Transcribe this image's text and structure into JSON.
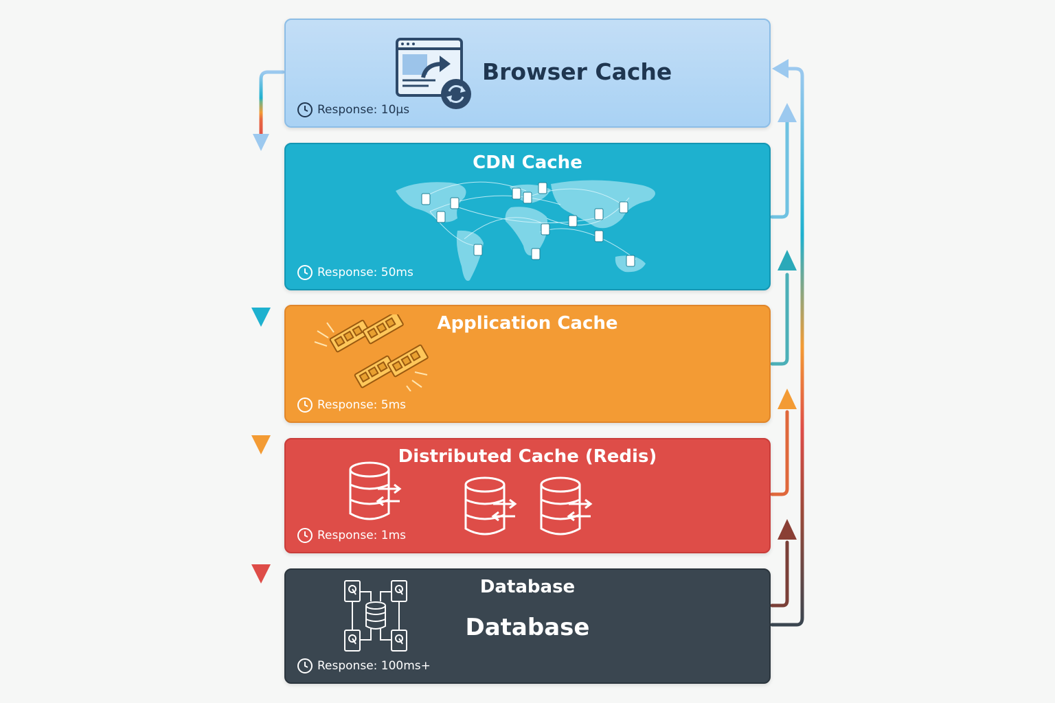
{
  "tiers": {
    "browser": {
      "title": "Browser Cache",
      "response": "Response: 10µs",
      "color": "#a9d2f4"
    },
    "cdn": {
      "title": "CDN Cache",
      "response": "Response: 50ms",
      "color": "#1eb1cf"
    },
    "app": {
      "title": "Application Cache",
      "response": "Response: 5ms",
      "color": "#f39b34"
    },
    "redis": {
      "title": "Distributed Cache (Redis)",
      "response": "Response: 1ms",
      "color": "#de4d48"
    },
    "db": {
      "title": "Database",
      "subtitle": "Database",
      "response": "Response: 100ms+",
      "color": "#3a4650"
    }
  },
  "icons": {
    "browser": "browser-window-refresh-icon",
    "cdn": "world-map-server-icon",
    "app": "memory-module-icon",
    "redis": "database-sync-icon",
    "db": "database-cluster-icon",
    "clock": "clock-icon"
  }
}
